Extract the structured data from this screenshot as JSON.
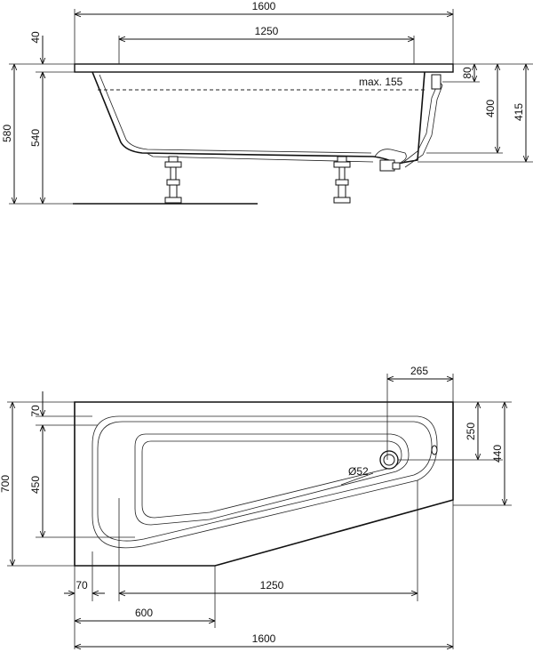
{
  "side_view": {
    "overall_length": "1600",
    "inner_length": "1250",
    "rim_height": "40",
    "total_height": "580",
    "tub_height": "540",
    "max_water_label": "max. 155",
    "overflow_height": "80",
    "height_400": "400",
    "height_415": "415"
  },
  "plan_view": {
    "width": "700",
    "outlet_offset": "265",
    "rim_70": "70",
    "basin_450": "450",
    "dim_250": "250",
    "dim_440": "440",
    "drain_diameter": "Ø52",
    "left_70": "70",
    "basin_1250": "1250",
    "cut_600": "600",
    "overall_length": "1600"
  }
}
